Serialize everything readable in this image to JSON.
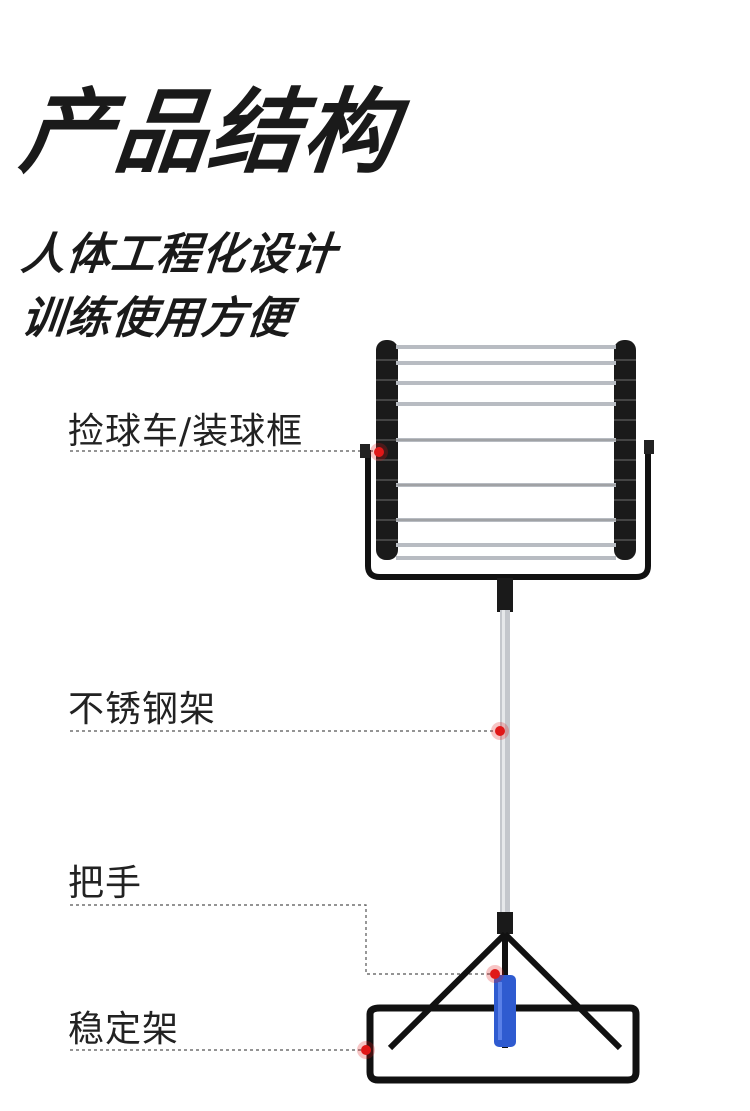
{
  "header": {
    "title": "产品结构",
    "subtitle_line1": "人体工程化设计",
    "subtitle_line2": "训练使用方便"
  },
  "callouts": [
    {
      "label": "捡球车/装球框"
    },
    {
      "label": "不锈钢架"
    },
    {
      "label": "把手"
    },
    {
      "label": "稳定架"
    }
  ],
  "colors": {
    "text": "#1a1a1a",
    "frame": "#111111",
    "steel": "#b8bcc2",
    "handle": "#2f5bd0",
    "marker": "#e01818",
    "leader": "#555555"
  }
}
